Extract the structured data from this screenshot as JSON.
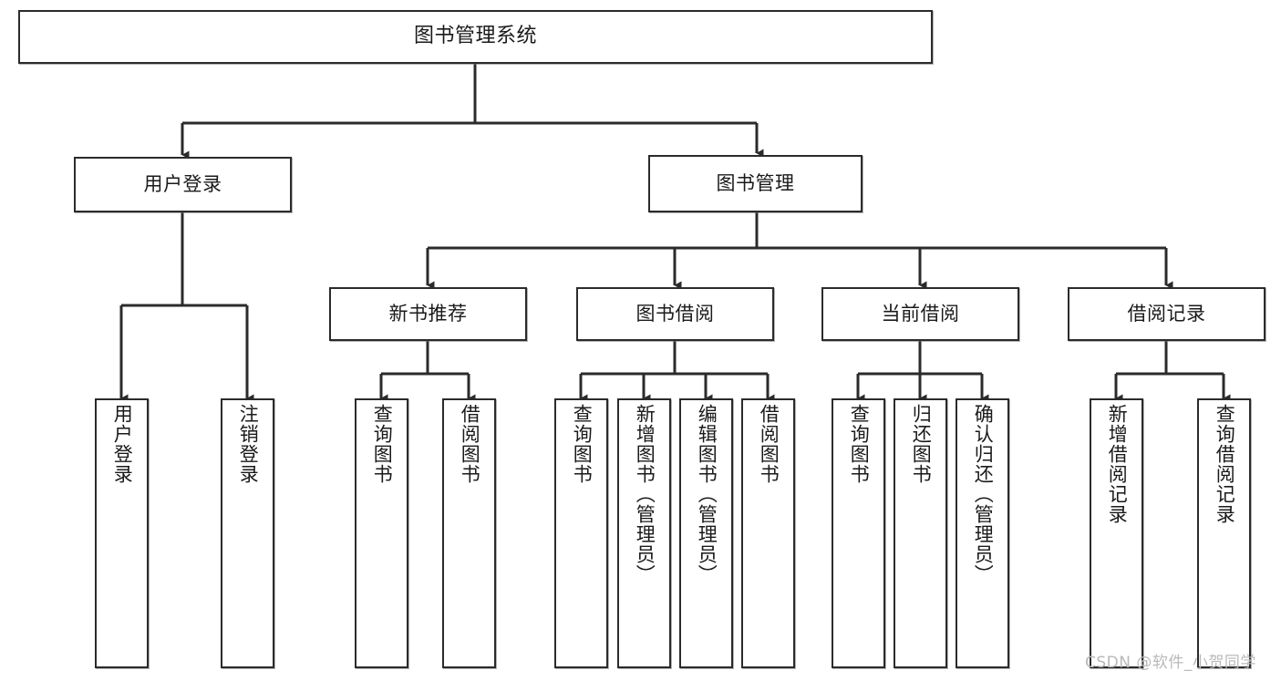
{
  "diagram": {
    "type": "tree-hierarchy-chart",
    "title": "图书管理系统",
    "colors": {
      "box_border": "#2b2b2b",
      "box_fill": "#ffffff",
      "connector": "#2b2b2b",
      "text": "#1a1a1a",
      "watermark": "#b9b9b9",
      "canvas": "#ffffff"
    },
    "levels": [
      {
        "level": 1,
        "nodes": [
          {
            "id": "root",
            "label": "图书管理系统",
            "orientation": "horizontal"
          }
        ]
      },
      {
        "level": 2,
        "nodes": [
          {
            "id": "user-login",
            "label": "用户登录",
            "orientation": "horizontal",
            "parent": "root"
          },
          {
            "id": "book-management",
            "label": "图书管理",
            "orientation": "horizontal",
            "parent": "root"
          }
        ]
      },
      {
        "level": 3,
        "nodes": [
          {
            "id": "new-book-recommend",
            "label": "新书推荐",
            "orientation": "horizontal",
            "parent": "book-management"
          },
          {
            "id": "book-borrow",
            "label": "图书借阅",
            "orientation": "horizontal",
            "parent": "book-management"
          },
          {
            "id": "current-borrow",
            "label": "当前借阅",
            "orientation": "horizontal",
            "parent": "book-management"
          },
          {
            "id": "borrow-record",
            "label": "借阅记录",
            "orientation": "horizontal",
            "parent": "book-management"
          }
        ]
      },
      {
        "level": 4,
        "nodes": [
          {
            "id": "leaf-user-login",
            "label": "用户登录",
            "orientation": "vertical",
            "parent": "user-login"
          },
          {
            "id": "leaf-logout",
            "label": "注销登录",
            "orientation": "vertical",
            "parent": "user-login"
          },
          {
            "id": "leaf-query-book-1",
            "label": "查询图书",
            "orientation": "vertical",
            "parent": "new-book-recommend"
          },
          {
            "id": "leaf-borrow-book-1",
            "label": "借阅图书",
            "orientation": "vertical",
            "parent": "new-book-recommend"
          },
          {
            "id": "leaf-query-book-2",
            "label": "查询图书",
            "orientation": "vertical",
            "parent": "book-borrow"
          },
          {
            "id": "leaf-add-book",
            "label": "新增图书（管理员）",
            "orientation": "vertical",
            "parent": "book-borrow"
          },
          {
            "id": "leaf-edit-book",
            "label": "编辑图书（管理员）",
            "orientation": "vertical",
            "parent": "book-borrow"
          },
          {
            "id": "leaf-borrow-book-2",
            "label": "借阅图书",
            "orientation": "vertical",
            "parent": "book-borrow"
          },
          {
            "id": "leaf-query-book-3",
            "label": "查询图书",
            "orientation": "vertical",
            "parent": "current-borrow"
          },
          {
            "id": "leaf-return-book",
            "label": "归还图书",
            "orientation": "vertical",
            "parent": "current-borrow"
          },
          {
            "id": "leaf-confirm-return",
            "label": "确认归还（管理员）",
            "orientation": "vertical",
            "parent": "current-borrow"
          },
          {
            "id": "leaf-add-record",
            "label": "新增借阅记录",
            "orientation": "vertical",
            "parent": "borrow-record"
          },
          {
            "id": "leaf-query-record",
            "label": "查询借阅记录",
            "orientation": "vertical",
            "parent": "borrow-record"
          }
        ]
      }
    ]
  },
  "watermark": {
    "text": "CSDN @软件_小贺同学"
  }
}
